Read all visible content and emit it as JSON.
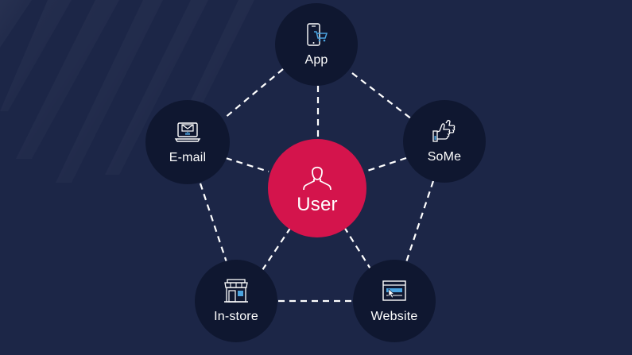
{
  "diagram": {
    "center": {
      "label": "User",
      "icon": "user-icon"
    },
    "nodes": [
      {
        "id": "app",
        "label": "App",
        "icon": "phone-cart-icon"
      },
      {
        "id": "email",
        "label": "E-mail",
        "icon": "laptop-mail-icon"
      },
      {
        "id": "some",
        "label": "SoMe",
        "icon": "thumbs-up-icon"
      },
      {
        "id": "instore",
        "label": "In-store",
        "icon": "storefront-icon"
      },
      {
        "id": "website",
        "label": "Website",
        "icon": "browser-cursor-icon"
      }
    ],
    "colors": {
      "background": "#1c2647",
      "node": "#0f1730",
      "center": "#d4144c",
      "line": "#ffffff"
    }
  }
}
